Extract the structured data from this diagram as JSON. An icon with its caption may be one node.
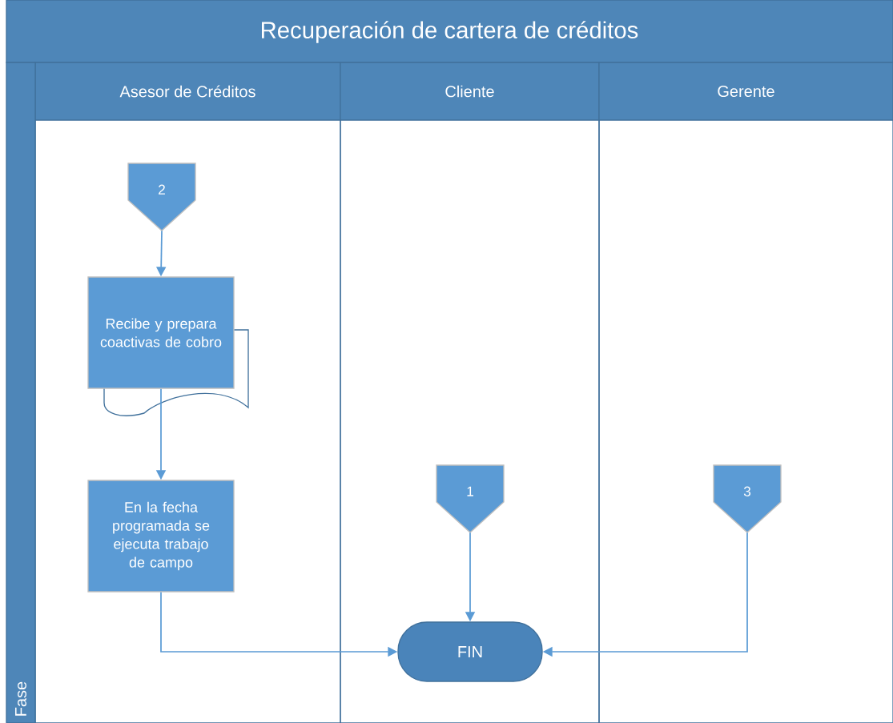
{
  "diagram": {
    "title": "Recuperación de cartera de créditos",
    "nodes": [
      {
        "text": [
          "Asesor de Créditos"
        ]
      },
      {
        "text": [
          "Cliente"
        ]
      },
      {
        "text": [
          "Gerente"
        ]
      },
      {
        "text": [
          "Fase"
        ]
      },
      {
        "text": [
          "2"
        ],
        "in": 0
      },
      {
        "text": [
          "Recibe y prepara coactivas de cobro"
        ],
        "in": 0
      },
      {
        "text": [
          "En la fecha programada se ejecuta trabajo de campo"
        ],
        "in": 0
      },
      {
        "text": [
          "1"
        ],
        "in": 1
      },
      {
        "text": [
          "FIN"
        ],
        "in": 1
      },
      {
        "text": [
          "3"
        ],
        "in": 2
      }
    ],
    "edges": [
      {
        "from": 4,
        "to": 5,
        "arrow": "to"
      },
      {
        "from": 5,
        "to": 6,
        "arrow": "to"
      },
      {
        "from": 6,
        "to": 8,
        "arrow": "to"
      },
      {
        "from": 7,
        "to": 8,
        "arrow": "to"
      },
      {
        "from": 9,
        "to": 8,
        "arrow": "to"
      }
    ]
  }
}
